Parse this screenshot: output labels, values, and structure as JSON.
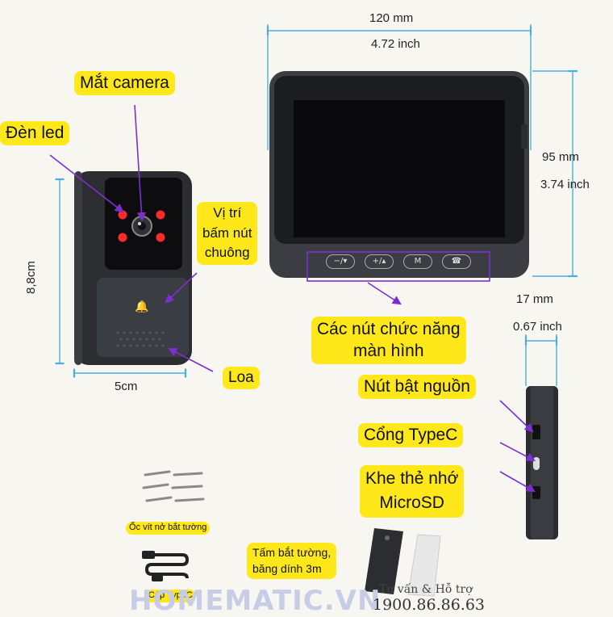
{
  "labels": {
    "camera_eye": "Mắt camera",
    "led_light": "Đèn led",
    "bell_button_line1": "Vị trí",
    "bell_button_line2": "bấm nút",
    "bell_button_line3": "chuông",
    "speaker": "Loa",
    "function_buttons_line1": "Các nút chức năng",
    "function_buttons_line2": "màn hình",
    "power_button": "Nút bật nguồn",
    "typec_port": "Cổng TypeC",
    "microsd_line1": "Khe thẻ nhớ",
    "microsd_line2": "MicroSD",
    "wall_screws": "Ốc vít nở bắt tường",
    "typec_cable": "Cáp TypeC",
    "wall_plate_line1": "Tấm bắt tường,",
    "wall_plate_line2": "băng dính 3m"
  },
  "dimensions": {
    "doorbell_height": "8,8cm",
    "doorbell_width": "5cm",
    "monitor_width_mm": "120 mm",
    "monitor_width_in": "4.72 inch",
    "monitor_height_mm": "95 mm",
    "monitor_height_in": "3.74 inch",
    "monitor_depth_mm": "17 mm",
    "monitor_depth_in": "0.67 inch"
  },
  "monitor_buttons": [
    "−/▾",
    "+/▴",
    "M",
    "☎"
  ],
  "footer": {
    "brand": "HOMEMATIC.VN",
    "support": "Tư vấn & Hỗ trợ",
    "phone": "1900.86.86.63"
  },
  "colors": {
    "highlight": "#ffe81a",
    "arrow": "#7b2fd1",
    "dimension_line": "#4aaee0",
    "device_body": "#2b2d31"
  }
}
